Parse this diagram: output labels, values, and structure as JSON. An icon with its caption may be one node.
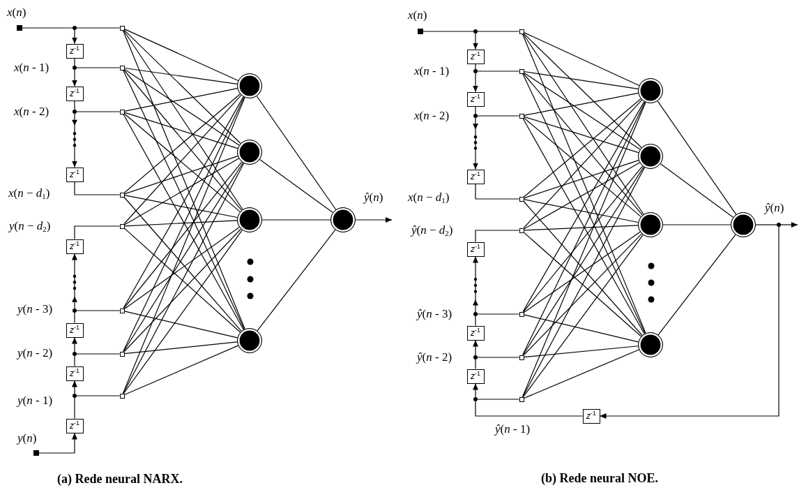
{
  "diagram": {
    "nodes": [
      {
        "text": [],
        "shape": "box"
      },
      {
        "text": [],
        "shape": "circle"
      },
      {
        "text": [],
        "shape": "box"
      },
      {
        "text": [
          "*z*$^{-1}$"
        ]
      },
      {
        "text": [],
        "shape": "circle"
      },
      {
        "text": [],
        "shape": "box"
      },
      {
        "text": [
          "*z*$^{-1}$"
        ]
      },
      {
        "text": [],
        "shape": "circle"
      },
      {
        "text": [],
        "shape": "box"
      },
      {
        "text": [
          "*z*$^{-1}$"
        ]
      },
      {
        "text": [],
        "shape": "box"
      },
      {
        "text": [],
        "shape": "box"
      },
      {
        "text": [
          "*z*$^{-1}$"
        ]
      },
      {
        "text": [],
        "shape": "circle"
      },
      {
        "text": [],
        "shape": "box"
      },
      {
        "text": [
          "*z*$^{-1}$"
        ]
      },
      {
        "text": [],
        "shape": "circle"
      },
      {
        "text": [],
        "shape": "box"
      },
      {
        "text": [
          "*z*$^{-1}$"
        ]
      },
      {
        "text": [],
        "shape": "circle"
      },
      {
        "text": [],
        "shape": "box"
      },
      {
        "text": [
          "*z*$^{-1}$"
        ]
      },
      {
        "text": [],
        "shape": "box"
      },
      {
        "text": [],
        "shape": "circle"
      },
      {
        "text": [],
        "shape": "circle"
      },
      {
        "text": [],
        "shape": "circle"
      },
      {
        "text": [],
        "shape": "circle"
      },
      {
        "text": [],
        "shape": "circle"
      },
      {
        "text": [],
        "shape": "box"
      },
      {
        "text": [],
        "shape": "circle"
      },
      {
        "text": [],
        "shape": "box"
      },
      {
        "text": [
          "*z*$^{-1}$"
        ]
      },
      {
        "text": [],
        "shape": "circle"
      },
      {
        "text": [],
        "shape": "box"
      },
      {
        "text": [
          "*z*$^{-1}$"
        ]
      },
      {
        "text": [],
        "shape": "circle"
      },
      {
        "text": [],
        "shape": "box"
      },
      {
        "text": [
          "*z*$^{-1}$"
        ]
      },
      {
        "text": [],
        "shape": "box"
      },
      {
        "text": [],
        "shape": "box"
      },
      {
        "text": [
          "*z*$^{-1}$"
        ]
      },
      {
        "text": [],
        "shape": "circle"
      },
      {
        "text": [],
        "shape": "box"
      },
      {
        "text": [
          "*z*$^{-1}$"
        ]
      },
      {
        "text": [],
        "shape": "circle"
      },
      {
        "text": [],
        "shape": "box"
      },
      {
        "text": [
          "*z*$^{-1}$"
        ]
      },
      {
        "text": [],
        "shape": "circle"
      },
      {
        "text": [],
        "shape": "box"
      },
      {
        "text": [],
        "shape": "circle"
      },
      {
        "text": [],
        "shape": "circle"
      },
      {
        "text": [],
        "shape": "circle"
      },
      {
        "text": [],
        "shape": "circle"
      },
      {
        "text": [],
        "shape": "circle"
      },
      {
        "text": [],
        "shape": "circle"
      },
      {
        "text": [
          "*z*$^{-1}$"
        ]
      }
    ],
    "edges": [
      {
        "from": 0,
        "to": 1,
        "arrow": "none"
      },
      {
        "from": 1,
        "to": 2,
        "arrow": "none"
      },
      {
        "from": 1,
        "to": 3,
        "arrow": "to"
      },
      {
        "from": 3,
        "to": 4,
        "arrow": "none"
      },
      {
        "from": 4,
        "to": 5,
        "arrow": "none"
      },
      {
        "from": 4,
        "to": 6,
        "arrow": "to"
      },
      {
        "from": 6,
        "to": 7,
        "arrow": "none"
      },
      {
        "from": 7,
        "to": 8,
        "arrow": "none"
      },
      {
        "from": 7,
        "to": 9,
        "arrow": "to"
      },
      {
        "from": 9,
        "to": 10,
        "arrow": "none"
      },
      {
        "from": 12,
        "to": 11,
        "arrow": "none"
      },
      {
        "from": 13,
        "to": 12,
        "arrow": "to"
      },
      {
        "from": 13,
        "to": 14,
        "arrow": "none"
      },
      {
        "from": 15,
        "to": 13,
        "arrow": "none"
      },
      {
        "from": 16,
        "to": 15,
        "arrow": "to"
      },
      {
        "from": 16,
        "to": 17,
        "arrow": "none"
      },
      {
        "from": 18,
        "to": 16,
        "arrow": "none"
      },
      {
        "from": 19,
        "to": 18,
        "arrow": "to"
      },
      {
        "from": 19,
        "to": 20,
        "arrow": "none"
      },
      {
        "from": 21,
        "to": 19,
        "arrow": "none"
      },
      {
        "from": 22,
        "to": 21,
        "arrow": "to"
      },
      {
        "from": 2,
        "to": 23,
        "arrow": "none"
      },
      {
        "from": 2,
        "to": 24,
        "arrow": "none"
      },
      {
        "from": 2,
        "to": 25,
        "arrow": "none"
      },
      {
        "from": 2,
        "to": 26,
        "arrow": "none"
      },
      {
        "from": 5,
        "to": 23,
        "arrow": "none"
      },
      {
        "from": 5,
        "to": 24,
        "arrow": "none"
      },
      {
        "from": 5,
        "to": 25,
        "arrow": "none"
      },
      {
        "from": 5,
        "to": 26,
        "arrow": "none"
      },
      {
        "from": 8,
        "to": 23,
        "arrow": "none"
      },
      {
        "from": 8,
        "to": 24,
        "arrow": "none"
      },
      {
        "from": 8,
        "to": 25,
        "arrow": "none"
      },
      {
        "from": 8,
        "to": 26,
        "arrow": "none"
      },
      {
        "from": 10,
        "to": 23,
        "arrow": "none"
      },
      {
        "from": 10,
        "to": 24,
        "arrow": "none"
      },
      {
        "from": 10,
        "to": 25,
        "arrow": "none"
      },
      {
        "from": 10,
        "to": 26,
        "arrow": "none"
      },
      {
        "from": 11,
        "to": 23,
        "arrow": "none"
      },
      {
        "from": 11,
        "to": 24,
        "arrow": "none"
      },
      {
        "from": 11,
        "to": 25,
        "arrow": "none"
      },
      {
        "from": 11,
        "to": 26,
        "arrow": "none"
      },
      {
        "from": 14,
        "to": 23,
        "arrow": "none"
      },
      {
        "from": 14,
        "to": 24,
        "arrow": "none"
      },
      {
        "from": 14,
        "to": 25,
        "arrow": "none"
      },
      {
        "from": 14,
        "to": 26,
        "arrow": "none"
      },
      {
        "from": 17,
        "to": 23,
        "arrow": "none"
      },
      {
        "from": 17,
        "to": 24,
        "arrow": "none"
      },
      {
        "from": 17,
        "to": 25,
        "arrow": "none"
      },
      {
        "from": 17,
        "to": 26,
        "arrow": "none"
      },
      {
        "from": 20,
        "to": 23,
        "arrow": "none"
      },
      {
        "from": 20,
        "to": 24,
        "arrow": "none"
      },
      {
        "from": 20,
        "to": 25,
        "arrow": "none"
      },
      {
        "from": 20,
        "to": 26,
        "arrow": "none"
      },
      {
        "from": 23,
        "to": 27,
        "arrow": "none"
      },
      {
        "from": 24,
        "to": 27,
        "arrow": "none"
      },
      {
        "from": 25,
        "to": 27,
        "arrow": "none"
      },
      {
        "from": 26,
        "to": 27,
        "arrow": "none"
      },
      {
        "from": 27,
        "to": null,
        "arrow": "to"
      },
      {
        "from": 28,
        "to": 29,
        "arrow": "none"
      },
      {
        "from": 29,
        "to": 30,
        "arrow": "none"
      },
      {
        "from": 29,
        "to": 31,
        "arrow": "to"
      },
      {
        "from": 31,
        "to": 32,
        "arrow": "none"
      },
      {
        "from": 32,
        "to": 33,
        "arrow": "none"
      },
      {
        "from": 32,
        "to": 34,
        "arrow": "to"
      },
      {
        "from": 34,
        "to": 35,
        "arrow": "none"
      },
      {
        "from": 35,
        "to": 36,
        "arrow": "none"
      },
      {
        "from": 35,
        "to": 37,
        "arrow": "to"
      },
      {
        "from": 37,
        "to": 38,
        "arrow": "none"
      },
      {
        "from": 40,
        "to": 39,
        "arrow": "none"
      },
      {
        "from": 41,
        "to": 40,
        "arrow": "to"
      },
      {
        "from": 41,
        "to": 42,
        "arrow": "none"
      },
      {
        "from": 43,
        "to": 41,
        "arrow": "none"
      },
      {
        "from": 44,
        "to": 43,
        "arrow": "to"
      },
      {
        "from": 44,
        "to": 45,
        "arrow": "none"
      },
      {
        "from": 46,
        "to": 44,
        "arrow": "none"
      },
      {
        "from": 47,
        "to": 46,
        "arrow": "to"
      },
      {
        "from": 47,
        "to": 48,
        "arrow": "none"
      },
      {
        "from": 55,
        "to": 47,
        "arrow": "none"
      },
      {
        "from": 30,
        "to": 49,
        "arrow": "none"
      },
      {
        "from": 30,
        "to": 50,
        "arrow": "none"
      },
      {
        "from": 30,
        "to": 51,
        "arrow": "none"
      },
      {
        "from": 30,
        "to": 52,
        "arrow": "none"
      },
      {
        "from": 33,
        "to": 49,
        "arrow": "none"
      },
      {
        "from": 33,
        "to": 50,
        "arrow": "none"
      },
      {
        "from": 33,
        "to": 51,
        "arrow": "none"
      },
      {
        "from": 33,
        "to": 52,
        "arrow": "none"
      },
      {
        "from": 36,
        "to": 49,
        "arrow": "none"
      },
      {
        "from": 36,
        "to": 50,
        "arrow": "none"
      },
      {
        "from": 36,
        "to": 51,
        "arrow": "none"
      },
      {
        "from": 36,
        "to": 52,
        "arrow": "none"
      },
      {
        "from": 38,
        "to": 49,
        "arrow": "none"
      },
      {
        "from": 38,
        "to": 50,
        "arrow": "none"
      },
      {
        "from": 38,
        "to": 51,
        "arrow": "none"
      },
      {
        "from": 38,
        "to": 52,
        "arrow": "none"
      },
      {
        "from": 39,
        "to": 49,
        "arrow": "none"
      },
      {
        "from": 39,
        "to": 50,
        "arrow": "none"
      },
      {
        "from": 39,
        "to": 51,
        "arrow": "none"
      },
      {
        "from": 39,
        "to": 52,
        "arrow": "none"
      },
      {
        "from": 42,
        "to": 49,
        "arrow": "none"
      },
      {
        "from": 42,
        "to": 50,
        "arrow": "none"
      },
      {
        "from": 42,
        "to": 51,
        "arrow": "none"
      },
      {
        "from": 42,
        "to": 52,
        "arrow": "none"
      },
      {
        "from": 45,
        "to": 49,
        "arrow": "none"
      },
      {
        "from": 45,
        "to": 50,
        "arrow": "none"
      },
      {
        "from": 45,
        "to": 51,
        "arrow": "none"
      },
      {
        "from": 45,
        "to": 52,
        "arrow": "none"
      },
      {
        "from": 48,
        "to": 49,
        "arrow": "none"
      },
      {
        "from": 48,
        "to": 50,
        "arrow": "none"
      },
      {
        "from": 48,
        "to": 51,
        "arrow": "none"
      },
      {
        "from": 48,
        "to": 52,
        "arrow": "none"
      },
      {
        "from": 49,
        "to": 53,
        "arrow": "none"
      },
      {
        "from": 50,
        "to": 53,
        "arrow": "none"
      },
      {
        "from": 51,
        "to": 53,
        "arrow": "none"
      },
      {
        "from": 52,
        "to": 53,
        "arrow": "none"
      },
      {
        "from": 53,
        "to": 54,
        "arrow": "none"
      },
      {
        "from": 54,
        "to": null,
        "arrow": "to"
      },
      {
        "from": 54,
        "to": 55,
        "arrow": "to"
      }
    ],
    "labels": [
      "*x*(*n*)",
      "*x*(*n* - 1)",
      "*x*(*n* - 2)",
      "*x*(*n* − *d*$_{1}$)",
      "*y*(*n* − *d*$_{2}$)",
      "*y*(*n* - 3)",
      "*y*(*n* - 2)",
      "*y*(*n* - 1)",
      "*y*(*n*)",
      "*ŷ*(*n*)",
      "*x*(*n*)",
      "*x*(*n* - 1)",
      "*x*(*n* - 2)",
      "*x*(*n* − *d*$_{1}$)",
      "*ŷ*(*n* − *d*$_{2}$)",
      "*ŷ*(*n* - 3)",
      "*ŷ*(*n* - 2)",
      "*ŷ*(*n* - 1)",
      "*ŷ*(*n*)",
      "(a) Rede neural NARX.",
      "(b) Rede neural NOE."
    ]
  }
}
